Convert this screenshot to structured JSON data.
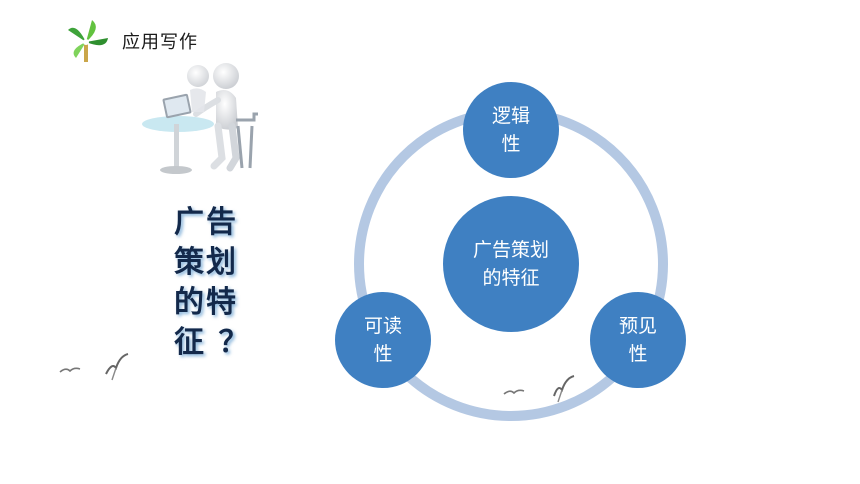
{
  "header": {
    "title": "应用写作"
  },
  "question": {
    "lines": [
      "广告",
      "策划",
      "的特",
      "征 ？"
    ]
  },
  "diagram": {
    "center": "广告策划的特征",
    "nodes": [
      {
        "label": "逻辑性"
      },
      {
        "label": "可读性"
      },
      {
        "label": "预见性"
      }
    ]
  },
  "colors": {
    "node_fill": "#3f80c2",
    "ring": "#b4c8e3",
    "question_text": "#13294b"
  },
  "icons": [
    "pinwheel-logo-icon",
    "people-at-desk-illustration",
    "seagulls-icon"
  ]
}
